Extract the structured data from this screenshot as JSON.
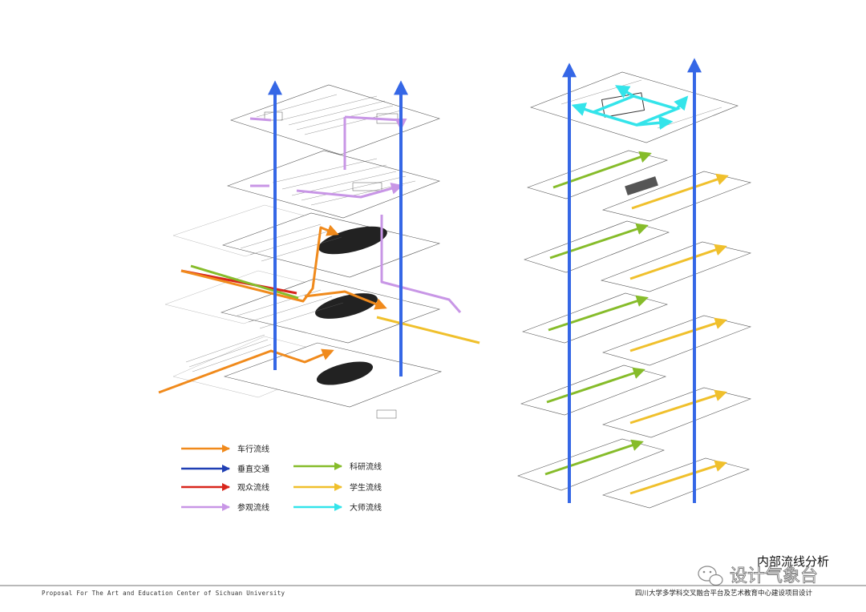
{
  "title": "内部流线分析",
  "footer": {
    "left_text": "Proposal For The Art and Education Center of Sichuan University",
    "right_text": "四川大学多学科交叉融合平台及艺术教育中心建设项目设计"
  },
  "watermark": {
    "text": "设计气象台",
    "icon": "wechat-icon"
  },
  "colors": {
    "vehicle": "#f08a1c",
    "vertical": "#1f3fb4",
    "vertical_arrow": "#3567e6",
    "audience": "#d8261c",
    "visitor": "#c896e6",
    "research": "#86bc2a",
    "student": "#f0c02c",
    "master": "#34e4ea"
  },
  "legend": [
    {
      "key": "vehicle",
      "label": "车行流线",
      "color": "#f08a1c"
    },
    {
      "key": "vertical",
      "label": "垂直交通",
      "color": "#1f3fb4"
    },
    {
      "key": "audience",
      "label": "观众流线",
      "color": "#d8261c"
    },
    {
      "key": "visitor",
      "label": "参观流线",
      "color": "#c896e6"
    },
    {
      "key": "research",
      "label": "科研流线",
      "color": "#86bc2a"
    },
    {
      "key": "student",
      "label": "学生流线",
      "color": "#f0c02c"
    },
    {
      "key": "master",
      "label": "大师流线",
      "color": "#34e4ea"
    }
  ]
}
